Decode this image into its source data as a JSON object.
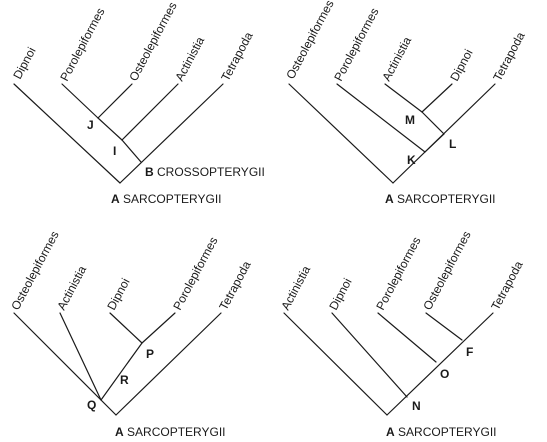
{
  "trees": [
    {
      "taxa": [
        "Dipnoi",
        "Porolepiformes",
        "Osteolepiformes",
        "Actinistia",
        "Tetrapoda"
      ],
      "nodes": [
        "J",
        "I"
      ],
      "clades": [
        {
          "letter": "A",
          "name": "SARCOPTERYGII"
        },
        {
          "letter": "B",
          "name": "CROSSOPTERYGII"
        }
      ]
    },
    {
      "taxa": [
        "Osteolepiformes",
        "Porolepiformes",
        "Actinistia",
        "Dipnoi",
        "Tetrapoda"
      ],
      "nodes": [
        "M",
        "L",
        "K"
      ],
      "clades": [
        {
          "letter": "A",
          "name": "SARCOPTERYGII"
        }
      ]
    },
    {
      "taxa": [
        "Osteolepiformes",
        "Actinistia",
        "Dipnoi",
        "Porolepiformes",
        "Tetrapoda"
      ],
      "nodes": [
        "P",
        "R",
        "Q"
      ],
      "clades": [
        {
          "letter": "A",
          "name": "SARCOPTERYGII"
        }
      ]
    },
    {
      "taxa": [
        "Actinistia",
        "Dipnoi",
        "Porolepiformes",
        "Osteolepiformes",
        "Tetrapoda"
      ],
      "nodes": [
        "O",
        "N",
        "F"
      ],
      "clades": [
        {
          "letter": "A",
          "name": "SARCOPTERYGII"
        }
      ]
    }
  ]
}
